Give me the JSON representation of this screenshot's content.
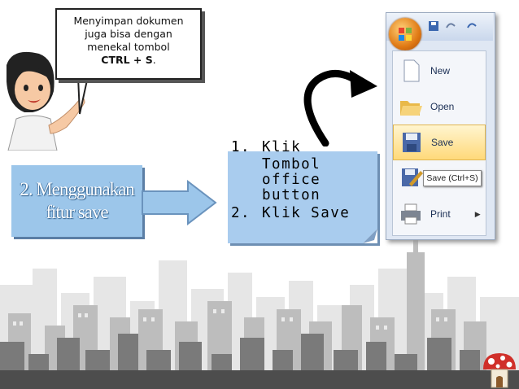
{
  "bubble": {
    "line1": "Menyimpan dokumen",
    "line2": "juga bisa dengan",
    "line3": "menekal tombol",
    "line4_bold": "CTRL + S",
    "line4_tail": "."
  },
  "step": {
    "line1": "2. Menggunakan",
    "line2": "fitur save"
  },
  "instructions": [
    {
      "num": "1.",
      "lines": [
        "Klik",
        "Tombol",
        "office",
        "button"
      ]
    },
    {
      "num": "2.",
      "lines": [
        "Klik Save"
      ]
    }
  ],
  "office_menu": {
    "items": [
      {
        "label": "New",
        "icon": "new-document-icon"
      },
      {
        "label": "Open",
        "icon": "open-folder-icon"
      },
      {
        "label": "Save",
        "icon": "floppy-disk-icon"
      },
      {
        "label": "",
        "icon": "save-as-icon"
      },
      {
        "label": "Print",
        "icon": "printer-icon"
      }
    ],
    "tooltip": "Save (Ctrl+S)"
  },
  "colors": {
    "step_box": "#9cc6ea",
    "instructions_box": "#a9ccee",
    "arrow": "#9cc6ea",
    "office_button": "#e07a14"
  }
}
